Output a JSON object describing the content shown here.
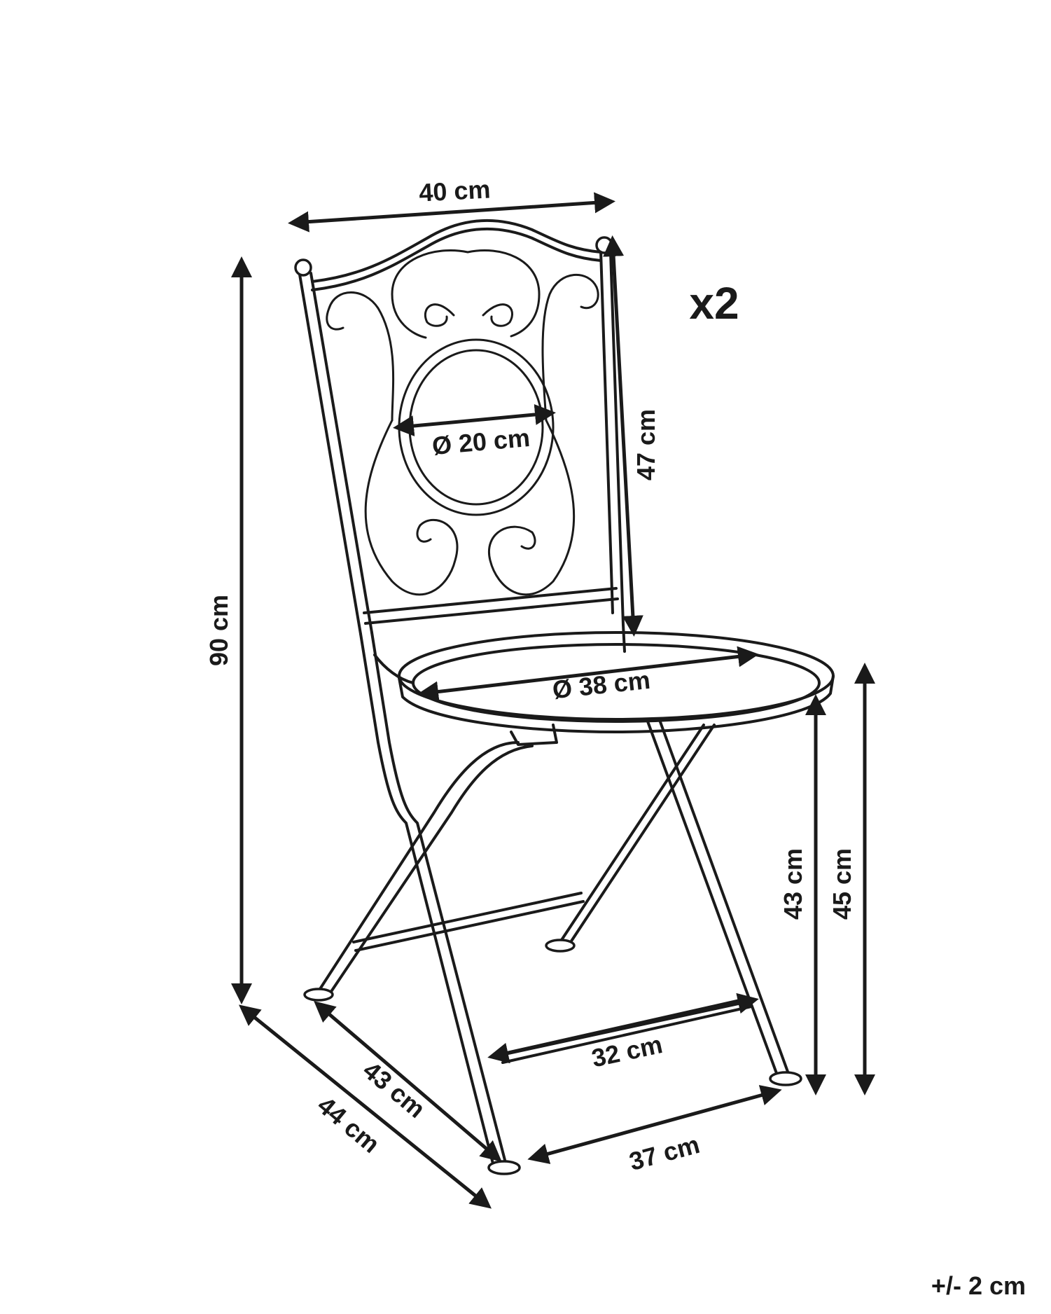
{
  "quantity": "x2",
  "tolerance": "+/- 2 cm",
  "dimensions": {
    "backrest_width": "40 cm",
    "total_height": "90 cm",
    "backrest_height": "47 cm",
    "medallion_diameter": "Ø 20 cm",
    "seat_diameter": "Ø 38 cm",
    "seat_height": "43 cm",
    "seat_top_height": "45 cm",
    "front_leg_span": "32 cm",
    "base_width": "37 cm",
    "base_depth": "43 cm",
    "overall_depth": "44 cm"
  },
  "colors": {
    "line": "#1a1a1a",
    "background": "#ffffff"
  }
}
